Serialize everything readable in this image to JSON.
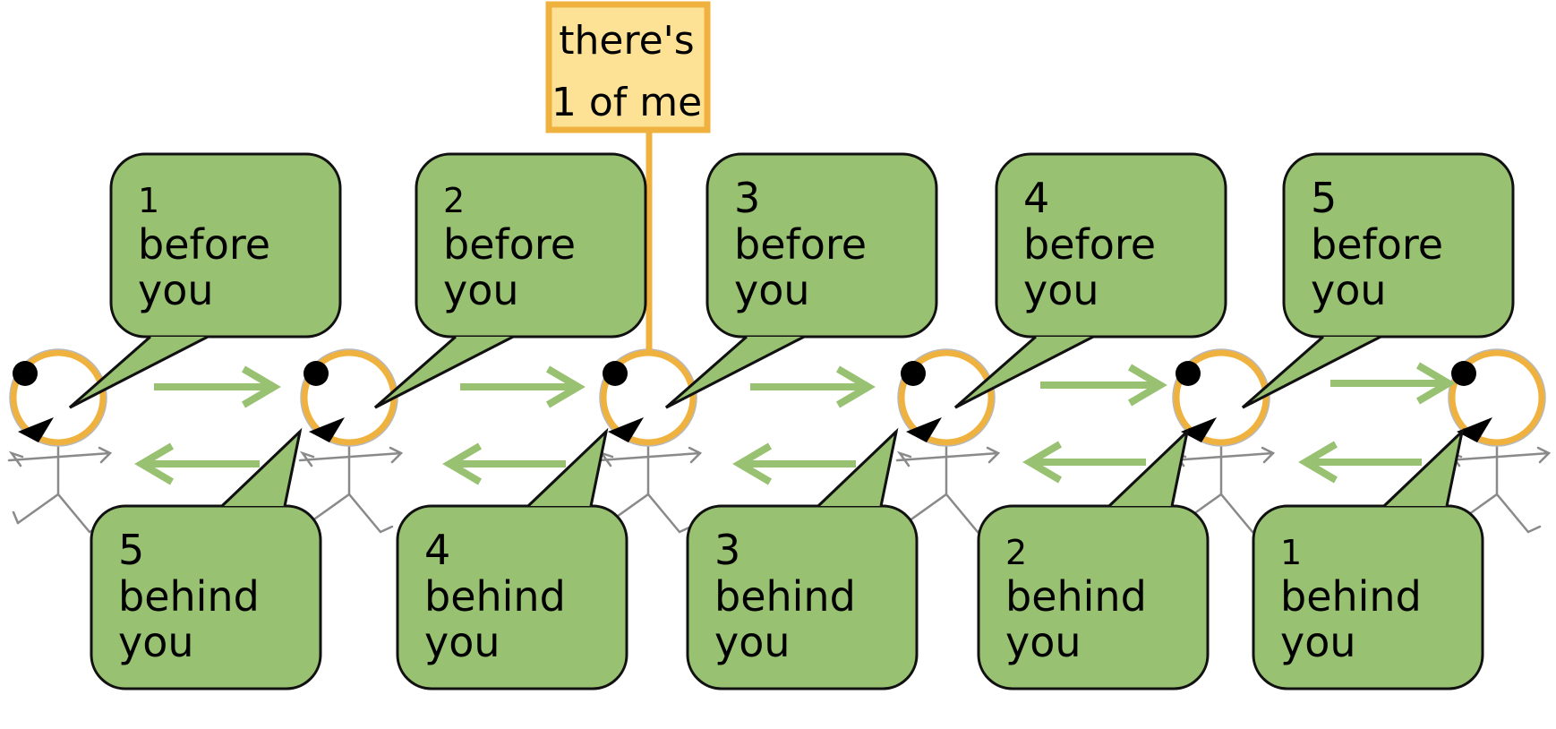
{
  "colors": {
    "bubble_fill": "#98c172",
    "bubble_stroke": "#111111",
    "arrow": "#98c172",
    "head_ring": "#f0b23e",
    "label_fill": "#fde195",
    "label_stroke": "#f0b23e",
    "stick": "#8a8a8a"
  },
  "label": {
    "line1": "there's",
    "line2": "1 of me"
  },
  "before_bubbles": [
    {
      "num": "1",
      "word": "before",
      "you": "you"
    },
    {
      "num": "2",
      "word": "before",
      "you": "you"
    },
    {
      "num": "3",
      "word": "before",
      "you": "you"
    },
    {
      "num": "4",
      "word": "before",
      "you": "you"
    },
    {
      "num": "5",
      "word": "before",
      "you": "you"
    }
  ],
  "behind_bubbles": [
    {
      "num": "5",
      "word": "behind",
      "you": "you"
    },
    {
      "num": "4",
      "word": "behind",
      "you": "you"
    },
    {
      "num": "3",
      "word": "behind",
      "you": "you"
    },
    {
      "num": "2",
      "word": "behind",
      "you": "you"
    },
    {
      "num": "1",
      "word": "behind",
      "you": "you"
    }
  ],
  "figure_count": 6,
  "forward_arrow_count": 5,
  "backward_arrow_count": 5
}
